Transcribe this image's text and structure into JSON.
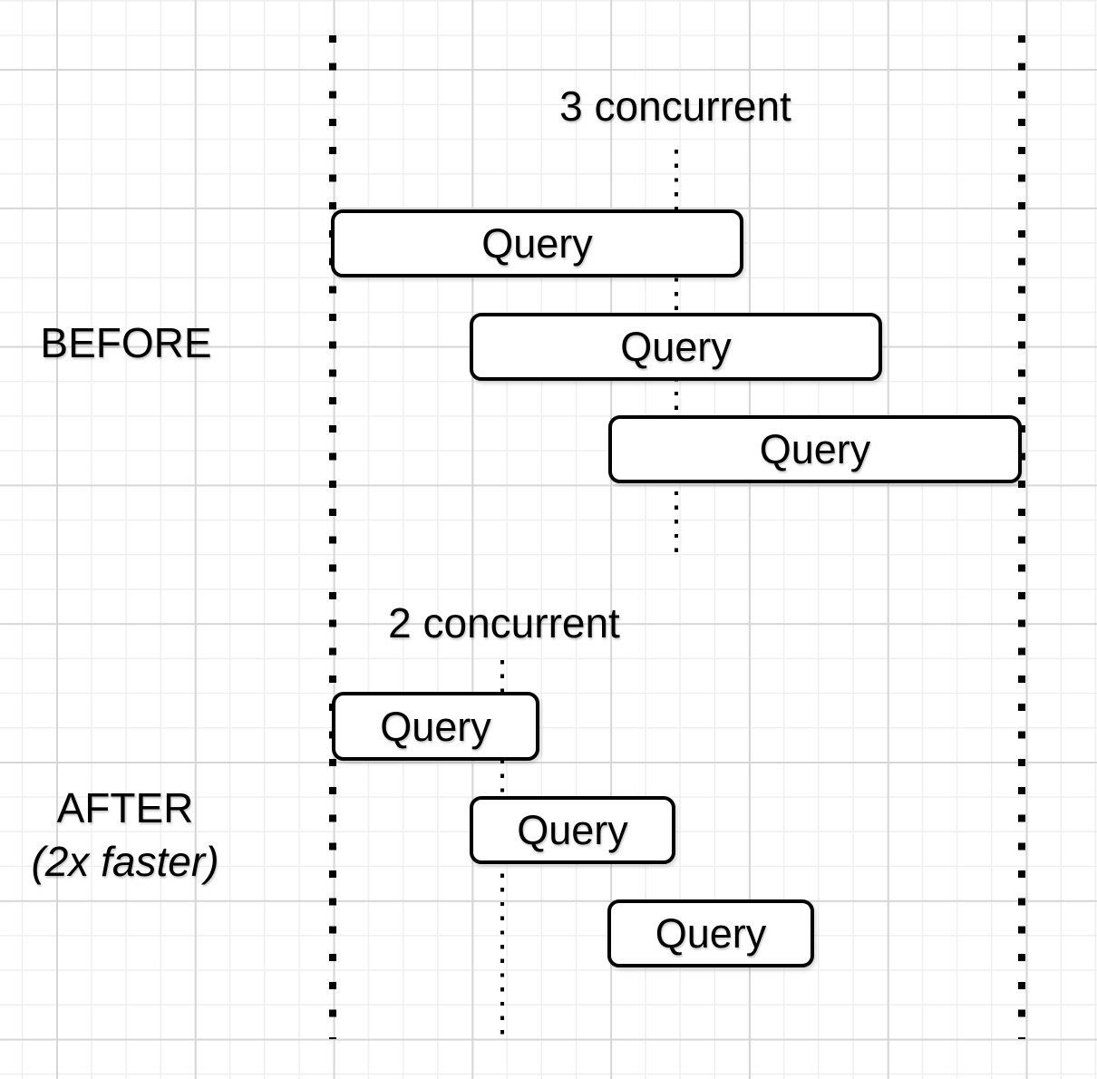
{
  "sections": {
    "before": {
      "label": "BEFORE",
      "annotation": "3 concurrent",
      "queries": [
        {
          "label": "Query"
        },
        {
          "label": "Query"
        },
        {
          "label": "Query"
        }
      ]
    },
    "after": {
      "label": "AFTER",
      "sublabel": "(2x faster)",
      "annotation": "2 concurrent",
      "queries": [
        {
          "label": "Query"
        },
        {
          "label": "Query"
        },
        {
          "label": "Query"
        }
      ]
    }
  },
  "colors": {
    "ink": "#000000",
    "box_fill": "#ffffff",
    "grid_minor": "#efefef",
    "grid_major": "#d6d6d6"
  }
}
